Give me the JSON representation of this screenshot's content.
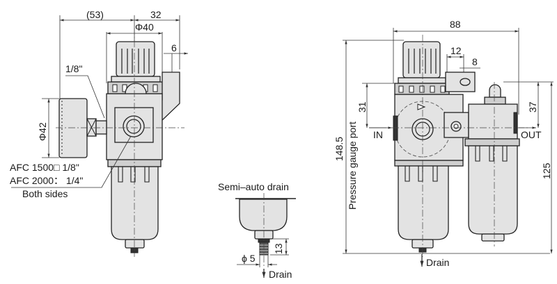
{
  "drawing": {
    "front_view": {
      "dims": {
        "offset": "(53)",
        "width_right": "32",
        "diameter_top": "Φ40",
        "bracket": "6",
        "gauge_diameter": "Φ42"
      },
      "labels": {
        "gauge_port": "1/8\"",
        "afc1500": "AFC 1500□ 1/8\"",
        "afc2000": "AFC 2000： 1/4\"",
        "both_sides": "Both sides"
      }
    },
    "drain_detail": {
      "title": "Semi–auto drain",
      "diameter": "ϕ 5",
      "length": "13",
      "drain_label": "Drain"
    },
    "side_view": {
      "dims": {
        "total_width": "88",
        "port_offset": "12",
        "port_size": "8",
        "total_height": "148.5",
        "gauge_height": "31",
        "lub_top": "37",
        "lub_height": "125"
      },
      "labels": {
        "pressure_gauge_port": "Pressure gauge port",
        "inlet": "IN",
        "outlet": "OUT",
        "drain": "Drain"
      }
    }
  },
  "colors": {
    "line": "#222222",
    "fill": "#e3e3e3",
    "shade": "#cfcfcf"
  }
}
